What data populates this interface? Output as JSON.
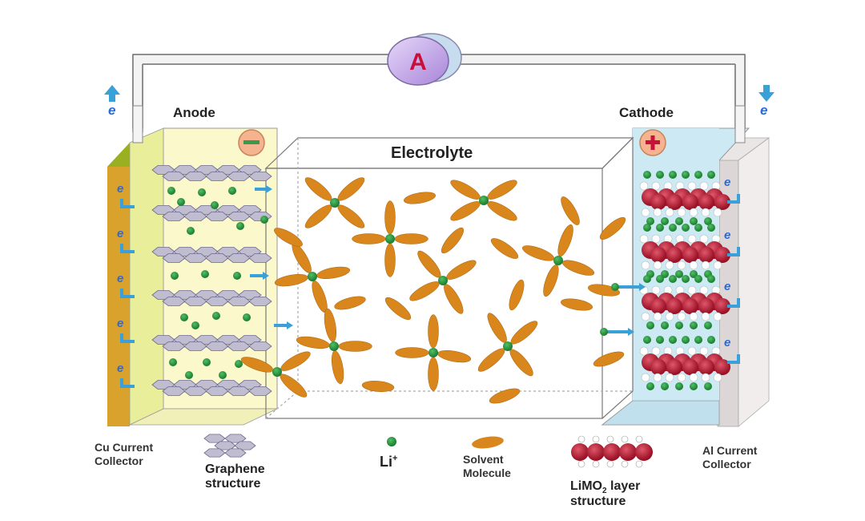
{
  "diagram": {
    "ammeter_label": "A",
    "electron_label": "e",
    "anode_label": "Anode",
    "cathode_label": "Cathode",
    "electrolyte_label": "Electrolyte",
    "anode_sign": "−",
    "cathode_sign": "+",
    "legend": {
      "cu_collector": [
        "Cu Current",
        "Collector"
      ],
      "graphene": [
        "Graphene",
        "structure"
      ],
      "li_ion": "Li",
      "li_ion_charge": "+",
      "solvent": [
        "Solvent",
        "Molecule"
      ],
      "limo2": [
        "LiMO",
        "2",
        " layer",
        "structure"
      ],
      "al_collector": [
        "Al Current",
        "Collector"
      ]
    },
    "colors": {
      "cu": "#d9a22c",
      "anode_green": "#c7d63c",
      "anode_bg": "#fbf8cc",
      "cathode_bg": "#cde9f3",
      "al": "#dcd6d6",
      "li": "#2c9a3f",
      "solvent": "#d9871c",
      "graphene": "#c0bdd0",
      "oxygen_red": "#b01a2e",
      "arrow_blue": "#3aa0d8",
      "ammeter": "#c3a8e6"
    }
  }
}
